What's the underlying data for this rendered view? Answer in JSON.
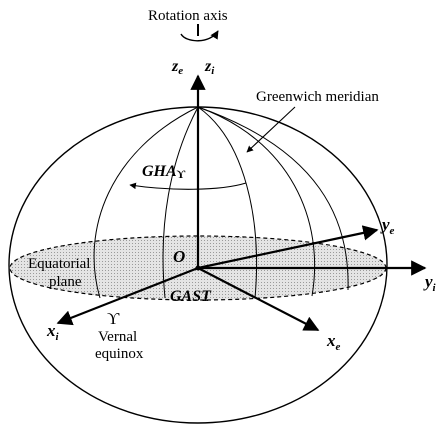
{
  "labels": {
    "rotation_axis": "Rotation axis",
    "z_e": "z",
    "z_e_sub": "e",
    "z_i": "z",
    "z_i_sub": "i",
    "greenwich_meridian": "Greenwich meridian",
    "gha": "GHA",
    "gha_sub": "ϒ",
    "origin": "O",
    "y_e": "y",
    "y_e_sub": "e",
    "y_i": "y",
    "y_i_sub": "i",
    "equatorial_line1": "Equatorial",
    "equatorial_line2": "plane",
    "gast": "GAST",
    "aries": "ϒ",
    "x_i": "x",
    "x_i_sub": "i",
    "vernal_line1": "Vernal",
    "vernal_line2": "equinox",
    "x_e": "x",
    "x_e_sub": "e"
  },
  "colors": {
    "plane_fill": "#d8d8d8",
    "stroke": "#000000"
  }
}
